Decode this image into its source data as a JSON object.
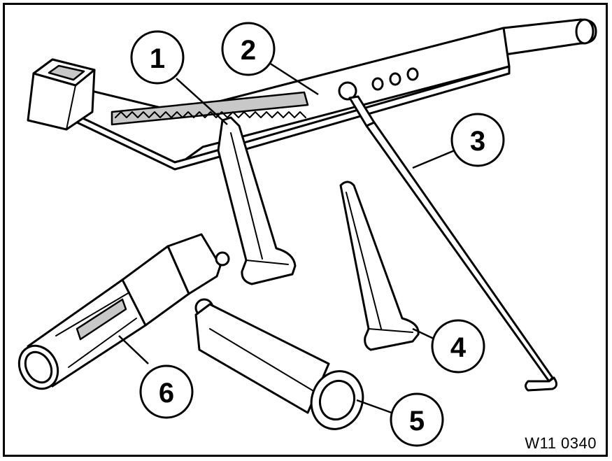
{
  "figure": {
    "code": "W11 0340",
    "callouts": [
      "1",
      "2",
      "3",
      "4",
      "5",
      "6"
    ]
  },
  "colors": {
    "line": "#000000",
    "background": "#ffffff",
    "shading": "#c8c8c8"
  }
}
